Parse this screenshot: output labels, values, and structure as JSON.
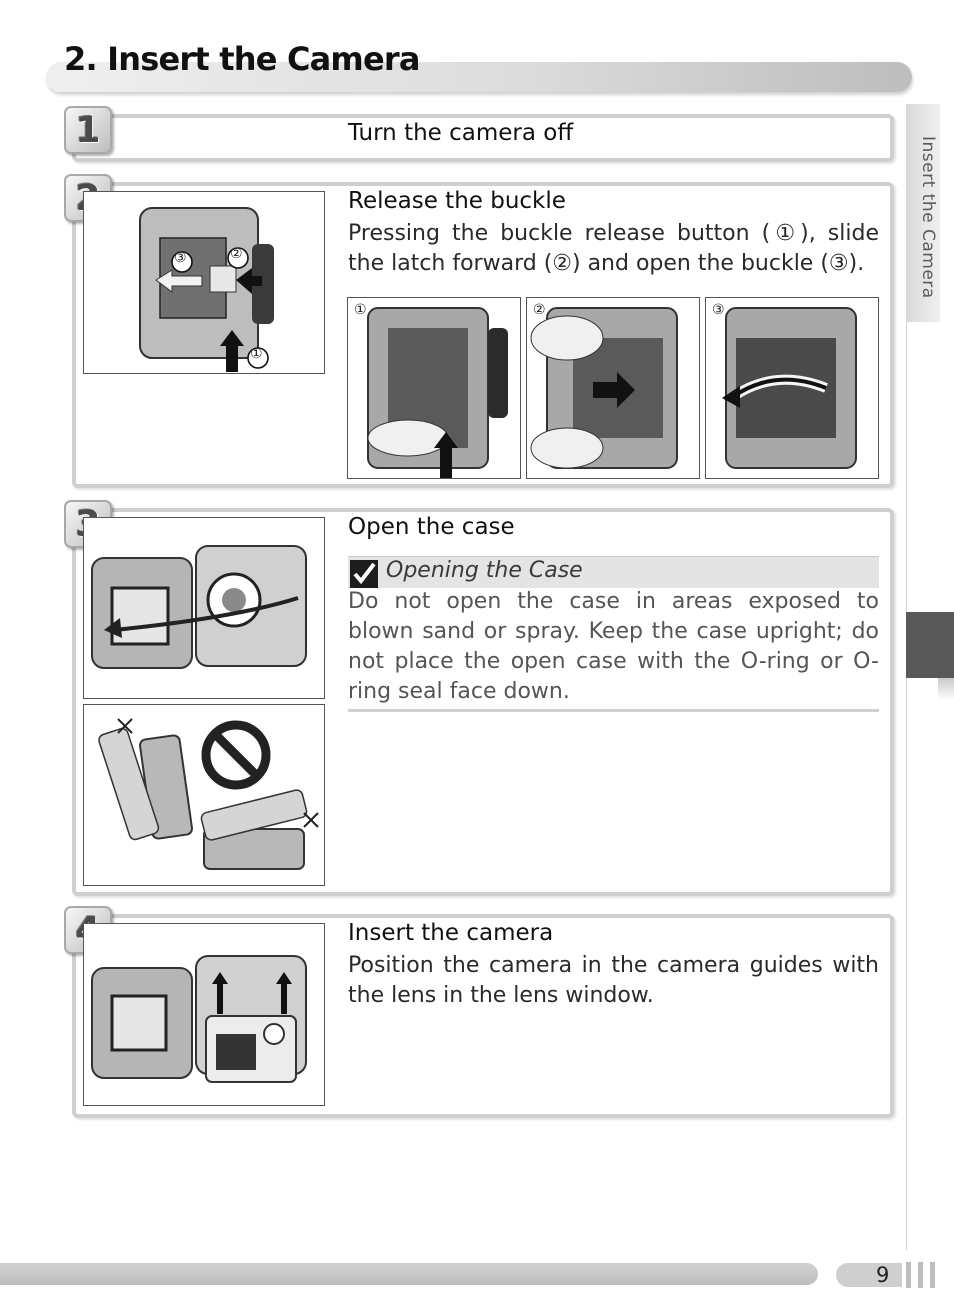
{
  "header": {
    "title": "2. Insert the Camera"
  },
  "side_tab": {
    "label": "Insert the Camera"
  },
  "steps": [
    {
      "number": "1",
      "heading": "Turn the camera off"
    },
    {
      "number": "2",
      "heading": "Release the buckle",
      "body": "Pressing the buckle release button (①), slide the latch forward (②) and open the buckle (③).",
      "figure_callouts": [
        "①",
        "②",
        "③"
      ]
    },
    {
      "number": "3",
      "heading": "Open the case",
      "note": {
        "icon": "check-icon",
        "title": "Opening the Case",
        "body": "Do not open the case in areas exposed to blown sand or spray.  Keep the case upright; do not place the open case with the O-ring or O-ring seal face down."
      }
    },
    {
      "number": "4",
      "heading": "Insert the camera",
      "body": "Position the camera in the camera guides with the lens in the lens window."
    }
  ],
  "footer": {
    "page_number": "9"
  }
}
